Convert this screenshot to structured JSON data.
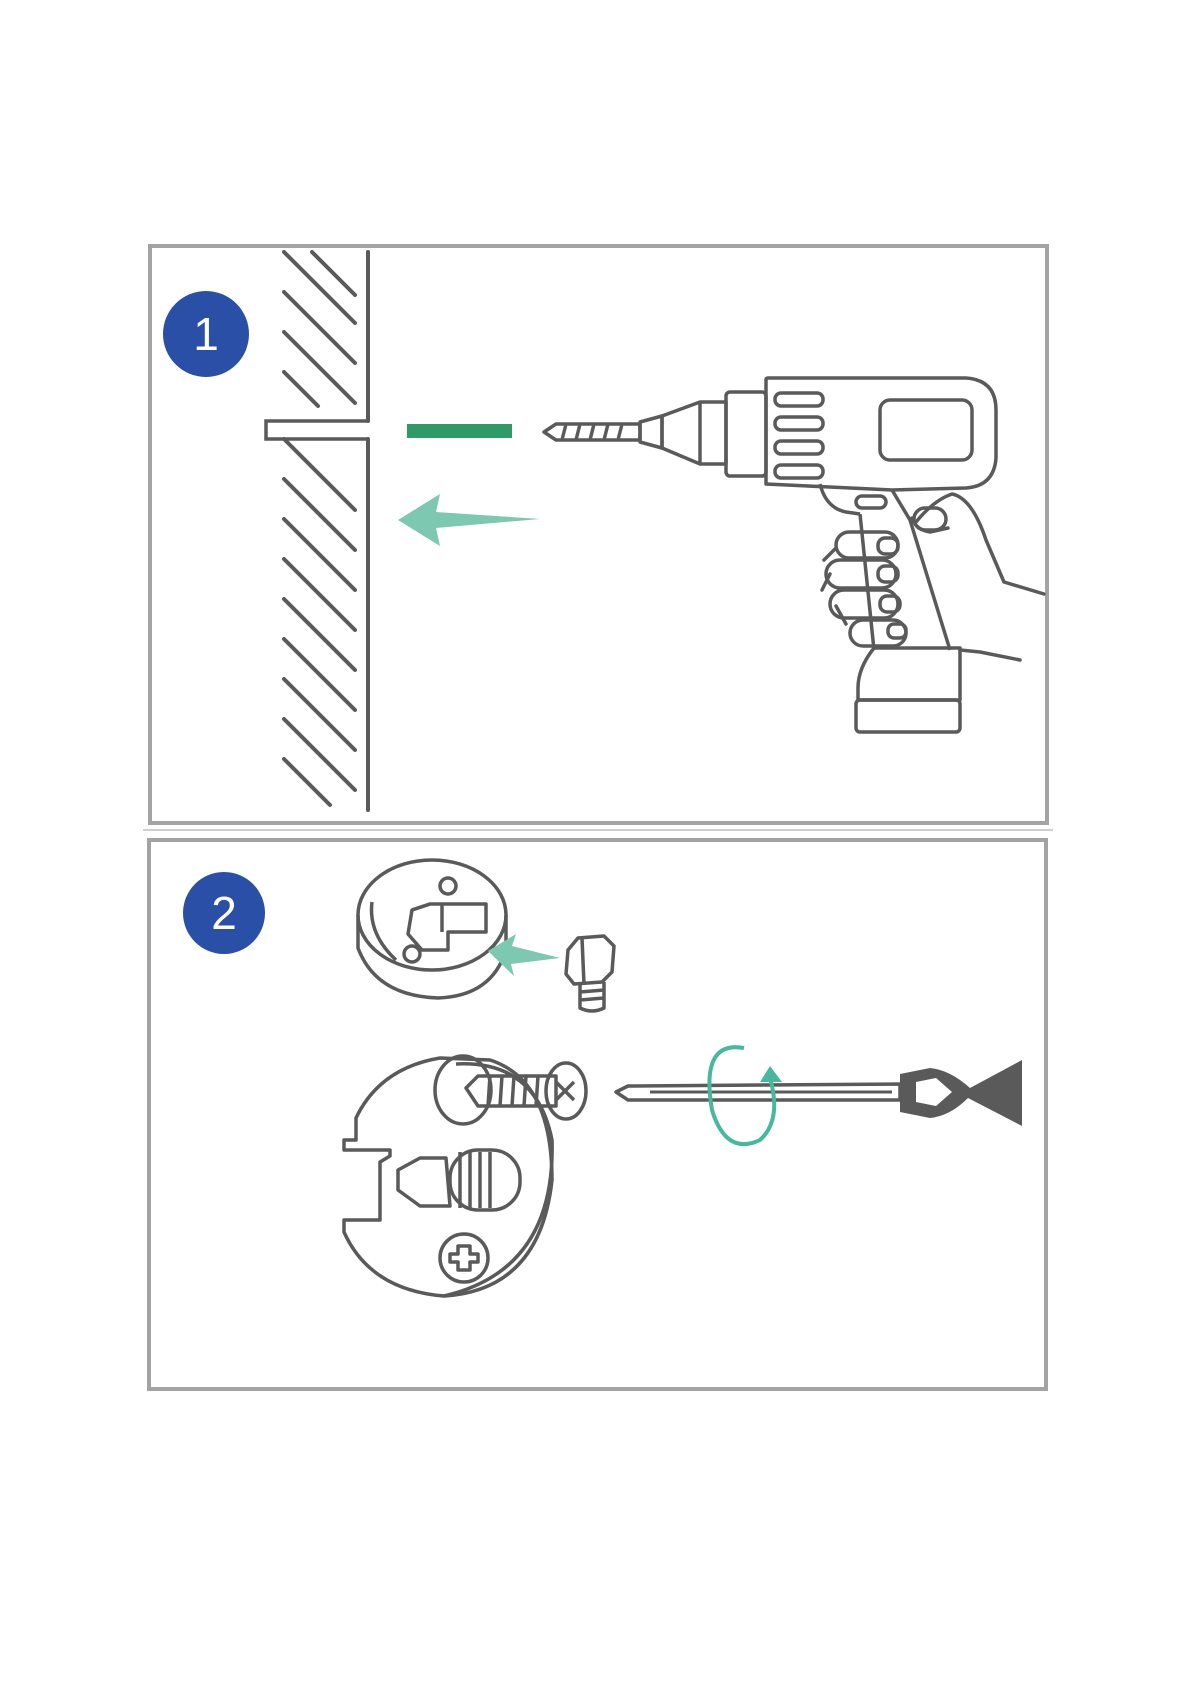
{
  "steps": [
    {
      "number": "1"
    },
    {
      "number": "2"
    }
  ],
  "colors": {
    "badge": "#2a4fa6",
    "arrow": "#7cc8b0",
    "drill_guide": "#2e9a66",
    "line": "#5a5a5a",
    "frame": "#a3a3a3",
    "rotation": "#46b89e"
  },
  "icons": {
    "panel_1": [
      "wall-hatch",
      "drill-hole",
      "drill-bit-guide",
      "insert-arrow",
      "power-drill",
      "hand"
    ],
    "panel_2": [
      "cam-disc-housing",
      "threaded-dowel",
      "insert-arrow",
      "cam-disc-with-screw",
      "screwdriver",
      "rotate-arrow"
    ]
  }
}
